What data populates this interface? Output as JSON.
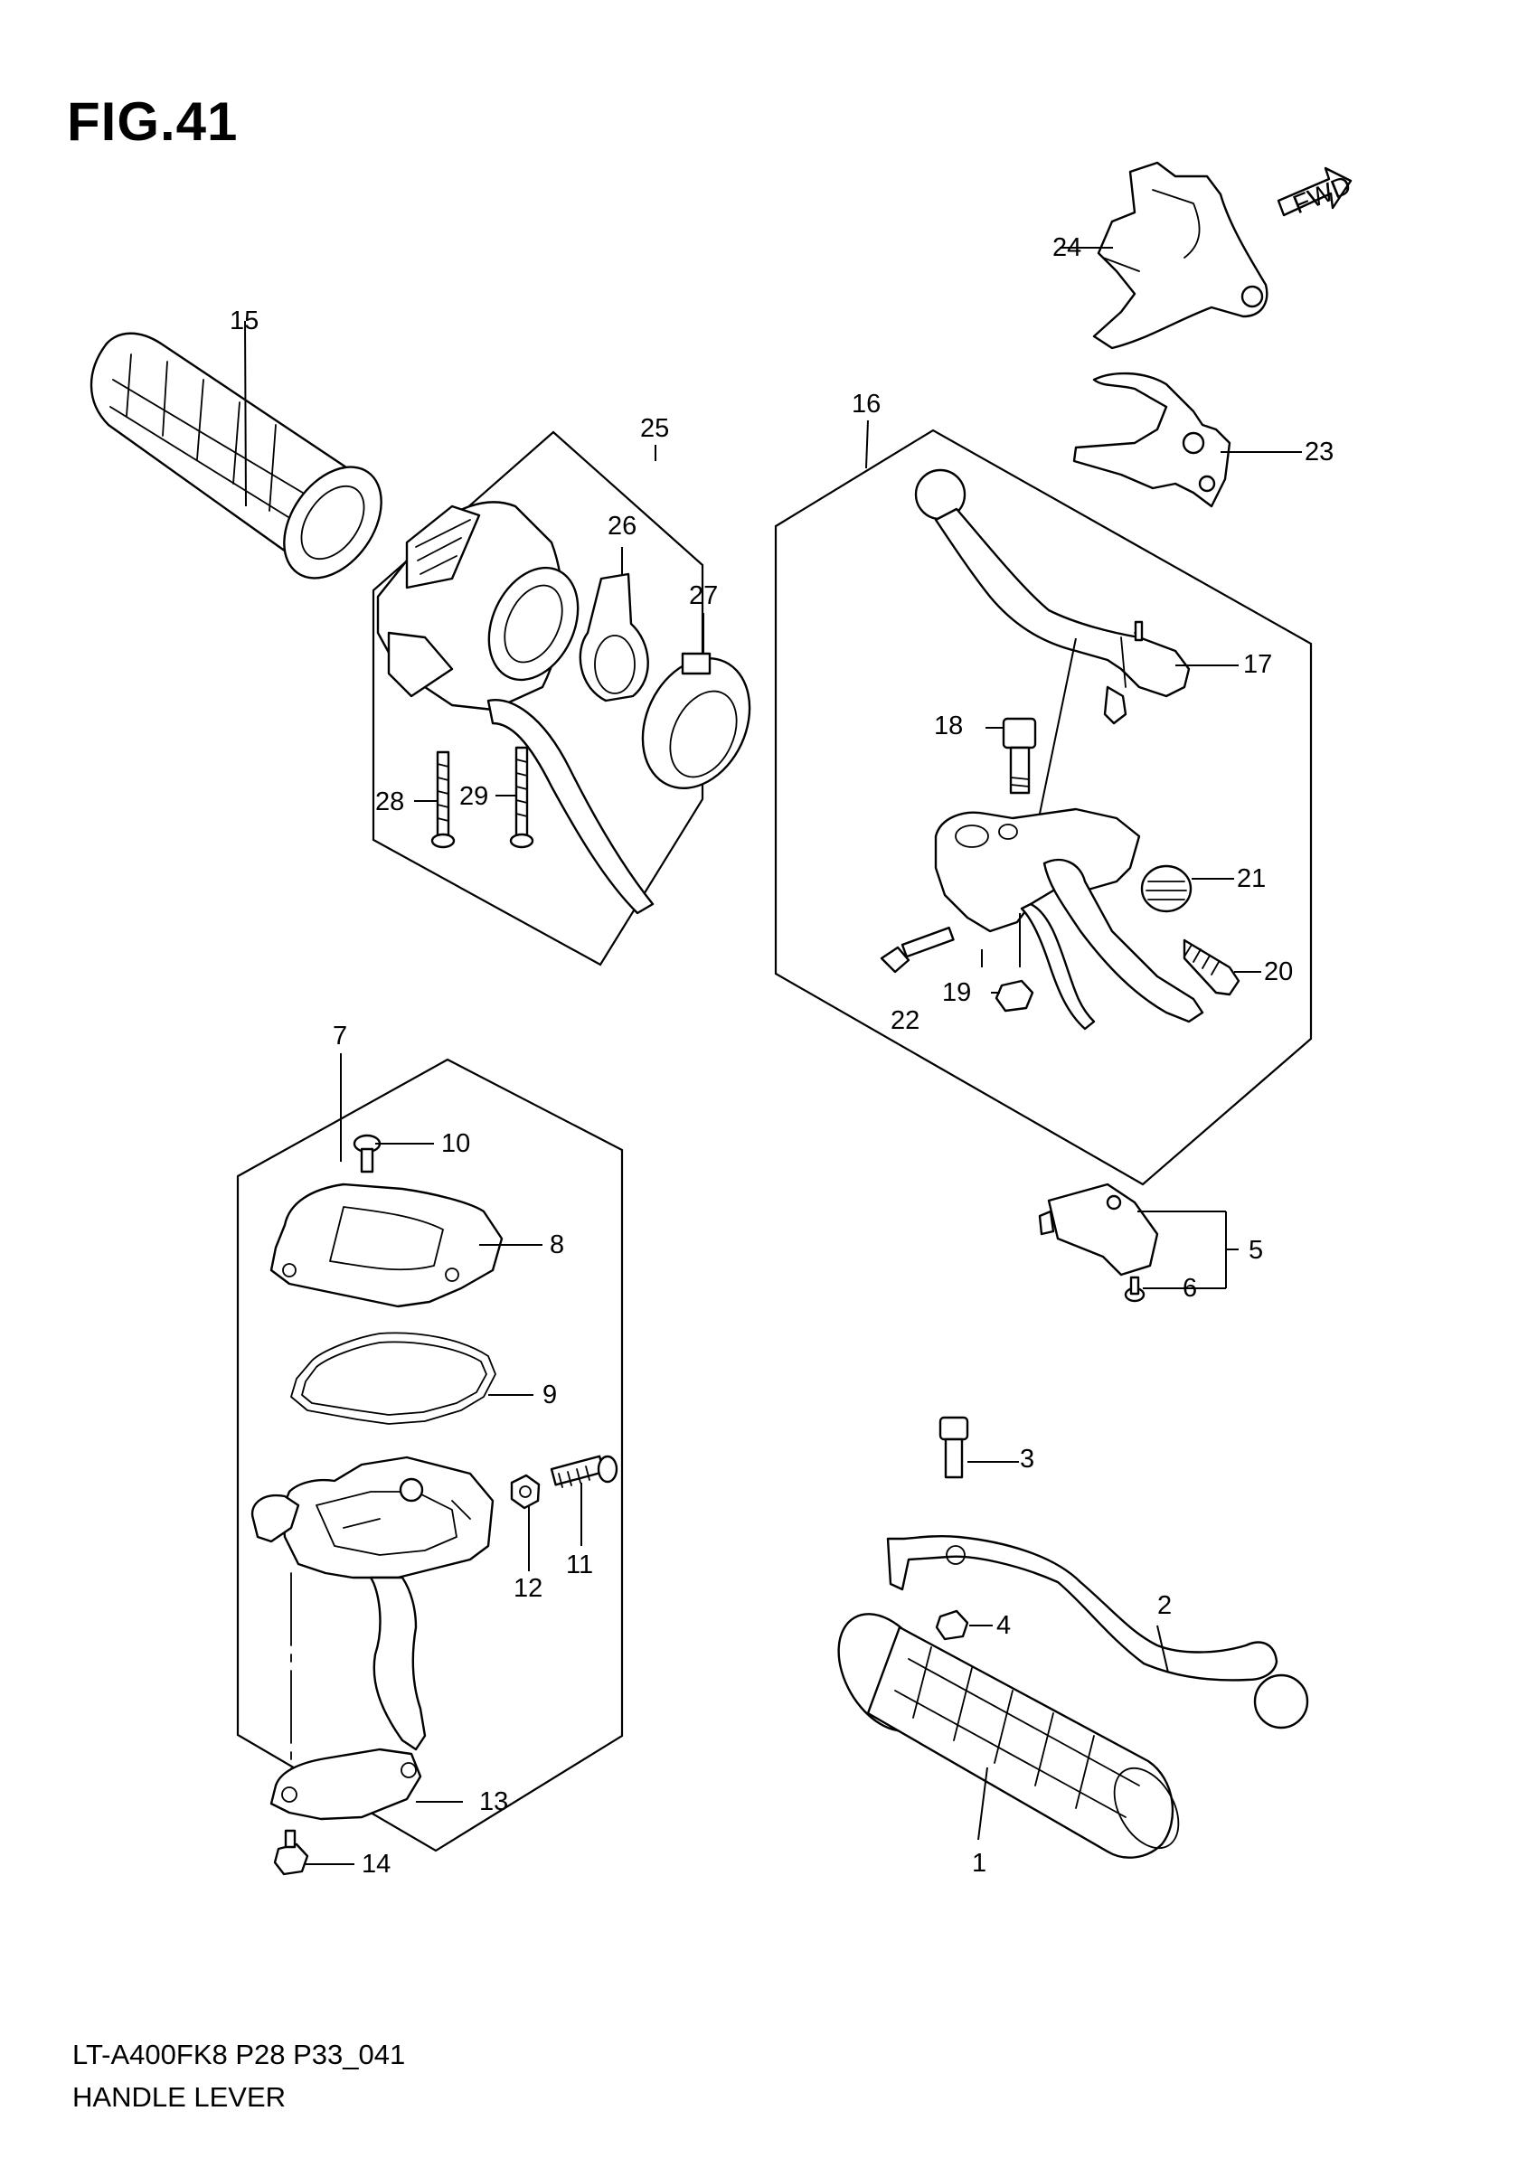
{
  "figure": {
    "title": "FIG.41"
  },
  "footer": {
    "model_code": "LT-A400FK8 P28 P33_041",
    "section_name": "HANDLE LEVER"
  },
  "fwd_arrow": {
    "label": "FWD"
  },
  "callouts": {
    "p1": "1",
    "p2": "2",
    "p3": "3",
    "p4": "4",
    "p5": "5",
    "p6": "6",
    "p7": "7",
    "p8": "8",
    "p9": "9",
    "p10": "10",
    "p11": "11",
    "p12": "12",
    "p13": "13",
    "p14": "14",
    "p15": "15",
    "p16": "16",
    "p17": "17",
    "p18": "18",
    "p19": "19",
    "p20": "20",
    "p21": "21",
    "p22": "22",
    "p23": "23",
    "p24": "24",
    "p25": "25",
    "p26": "26",
    "p27": "27",
    "p28": "28",
    "p29": "29"
  }
}
